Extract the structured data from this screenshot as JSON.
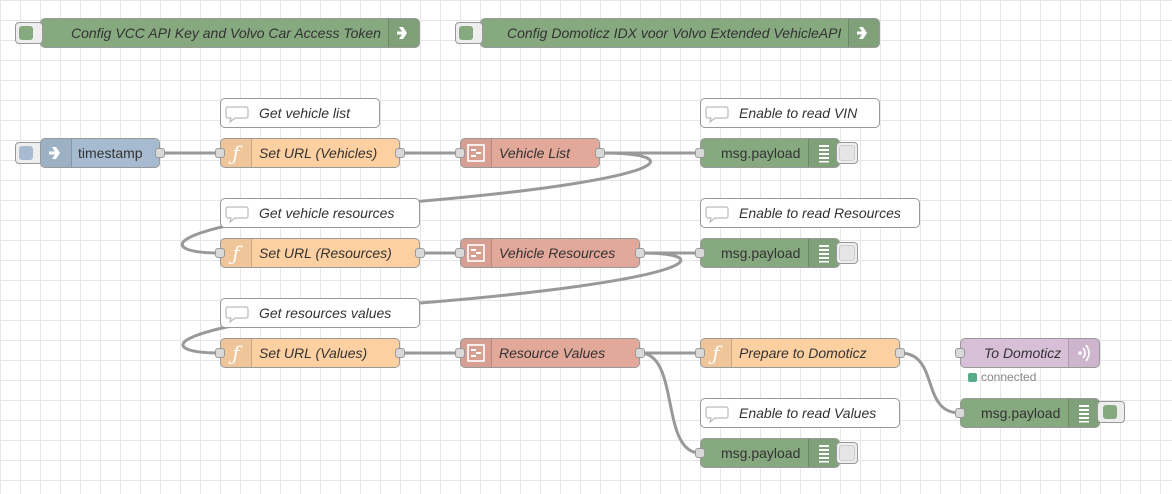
{
  "colors": {
    "canvas": "#ffffff",
    "grid": "#e6e6e6",
    "wire": "#999999",
    "inject": "#a6bbcf",
    "function": "#fdd0a2",
    "http_request": "#e2a89a",
    "debug": "#87a980",
    "link": "#87a980",
    "mqtt": "#d8bfd8",
    "connected": "#5a8"
  },
  "link_nodes": [
    {
      "label": "Config VCC API Key and Volvo Car Access Token",
      "icon": "link-arrow-icon"
    },
    {
      "label": "Config Domoticz IDX voor Volvo Extended VehicleAPI",
      "icon": "link-arrow-icon"
    }
  ],
  "inject": {
    "label": "timestamp",
    "icon": "inject-arrow-icon"
  },
  "comments": {
    "get_vehicle_list": "Get vehicle list",
    "enable_vin": "Enable to read VIN",
    "get_vehicle_resources": "Get vehicle resources",
    "enable_resources": "Enable to read Resources",
    "get_resources_values": "Get resources values",
    "enable_values": "Enable to read Values"
  },
  "functions": {
    "set_url_vehicles": "Set URL (Vehicles)",
    "set_url_resources": "Set URL (Resources)",
    "set_url_values": "Set URL (Values)",
    "prepare_domoticz": "Prepare to Domoticz"
  },
  "http_requests": {
    "vehicle_list": "Vehicle List",
    "vehicle_resources": "Vehicle Resources",
    "resource_values": "Resource Values"
  },
  "debug_nodes": {
    "debug1": "msg.payload",
    "debug2": "msg.payload",
    "debug3": "msg.payload",
    "debug4": "msg.payload"
  },
  "mqtt_out": {
    "label": "To Domoticz",
    "status": "connected"
  }
}
